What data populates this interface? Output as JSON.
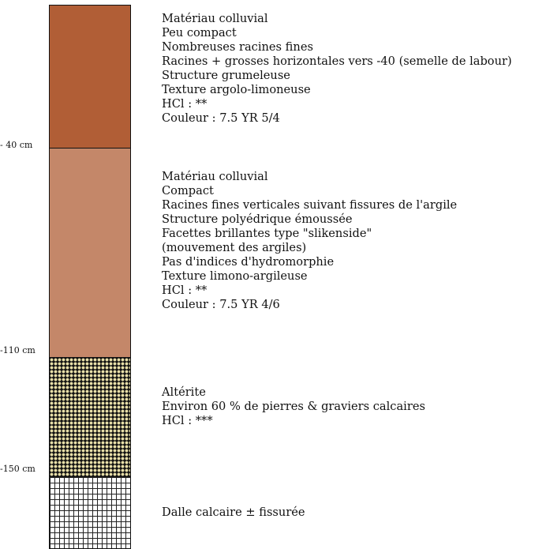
{
  "depth_labels": [
    "- 40 cm",
    "-110 cm",
    "-150 cm"
  ],
  "horizons": [
    {
      "color": "#b15e36",
      "pattern": "solid",
      "lines": [
        "Matériau colluvial",
        "Peu compact",
        "Nombreuses racines fines",
        "Racines + grosses horizontales vers -40 (semelle de labour)",
        "Structure grumeleuse",
        "Texture argolo-limoneuse",
        "HCl : **",
        "Couleur : 7.5 YR 5/4"
      ]
    },
    {
      "color": "#c48769",
      "pattern": "solid",
      "lines": [
        "Matériau colluvial",
        "Compact",
        "Racines fines verticales suivant fissures de l'argile",
        "Structure polyédrique émoussée",
        "Facettes brillantes type \"slikenside\"",
        "(mouvement des argiles)",
        "Pas d'indices d'hydromorphie",
        "Texture limono-argileuse",
        "HCl : **",
        "Couleur : 7.5 YR 4/6"
      ]
    },
    {
      "color": "#e8dfa8",
      "pattern": "gravel-dots",
      "lines": [
        "Altérite",
        "Environ 60 % de pierres & graviers calcaires",
        "HCl : ***"
      ]
    },
    {
      "color": "#ffffff",
      "pattern": "limestone-bricks",
      "lines": [
        "Dalle calcaire ± fissurée"
      ]
    }
  ]
}
